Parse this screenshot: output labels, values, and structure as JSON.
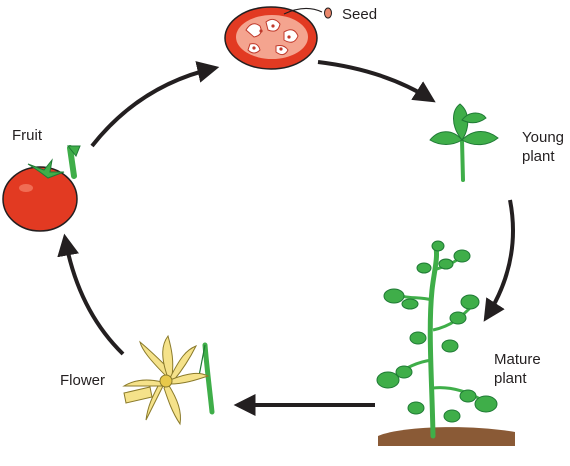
{
  "diagram": {
    "labels": {
      "seed": "Seed",
      "young_plant": [
        "Young",
        "plant"
      ],
      "mature_plant": [
        "Mature",
        "plant"
      ],
      "flower": "Flower",
      "fruit": "Fruit"
    },
    "colors": {
      "arrow": "#231f20",
      "tomato_red": "#e23a22",
      "tomato_inner": "#f4a48f",
      "leaf_green": "#3fae49",
      "leaf_dark": "#1f7a35",
      "flower_yellow": "#f5e28a",
      "soil": "#8a5a36"
    }
  }
}
